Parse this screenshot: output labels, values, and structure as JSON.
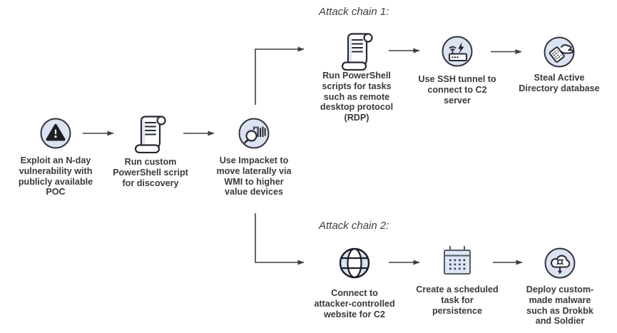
{
  "diagram": {
    "title_1": "Attack chain 1:",
    "title_2": "Attack chain 2:",
    "colors": {
      "background": "#ffffff",
      "node_circle_fill": "#dbe3f3",
      "node_circle_stroke": "#33333d",
      "icon_stroke": "#262932",
      "connector": "#3f3f3f",
      "text": "#3a3a3a",
      "calendar_fill": "#dde6f5",
      "shade_fill": "#dfe8f5"
    },
    "nodes": {
      "exploit": {
        "icon": "warning-icon",
        "label": "Exploit an N-day\nvulnerability with\npublicly available\nPOC"
      },
      "discovery": {
        "icon": "scroll-icon",
        "label": "Run custom\nPowerShell script\nfor discovery"
      },
      "impacket": {
        "icon": "magnifier-barcode-icon",
        "label": "Use Impacket to\nmove laterally via\nWMI to higher\nvalue devices"
      },
      "rdp": {
        "icon": "scroll-icon",
        "label": "Run PowerShell\nscripts for tasks\nsuch as remote\ndesktop protocol\n(RDP)"
      },
      "ssh": {
        "icon": "router-lightning-icon",
        "label": "Use SSH tunnel to\nconnect to C2\nserver"
      },
      "steal": {
        "icon": "hand-stealing-card-icon",
        "label": "Steal Active\nDirectory database"
      },
      "c2web": {
        "icon": "globe-icon",
        "label": "Connect to\nattacker-controlled\nwebsite for C2"
      },
      "schtask": {
        "icon": "calendar-icon",
        "label": "Create a scheduled\ntask for\npersistence"
      },
      "malware": {
        "icon": "cloud-malware-icon",
        "label": "Deploy custom-\nmade malware\nsuch as Drokbk\nand Soldier"
      }
    }
  }
}
